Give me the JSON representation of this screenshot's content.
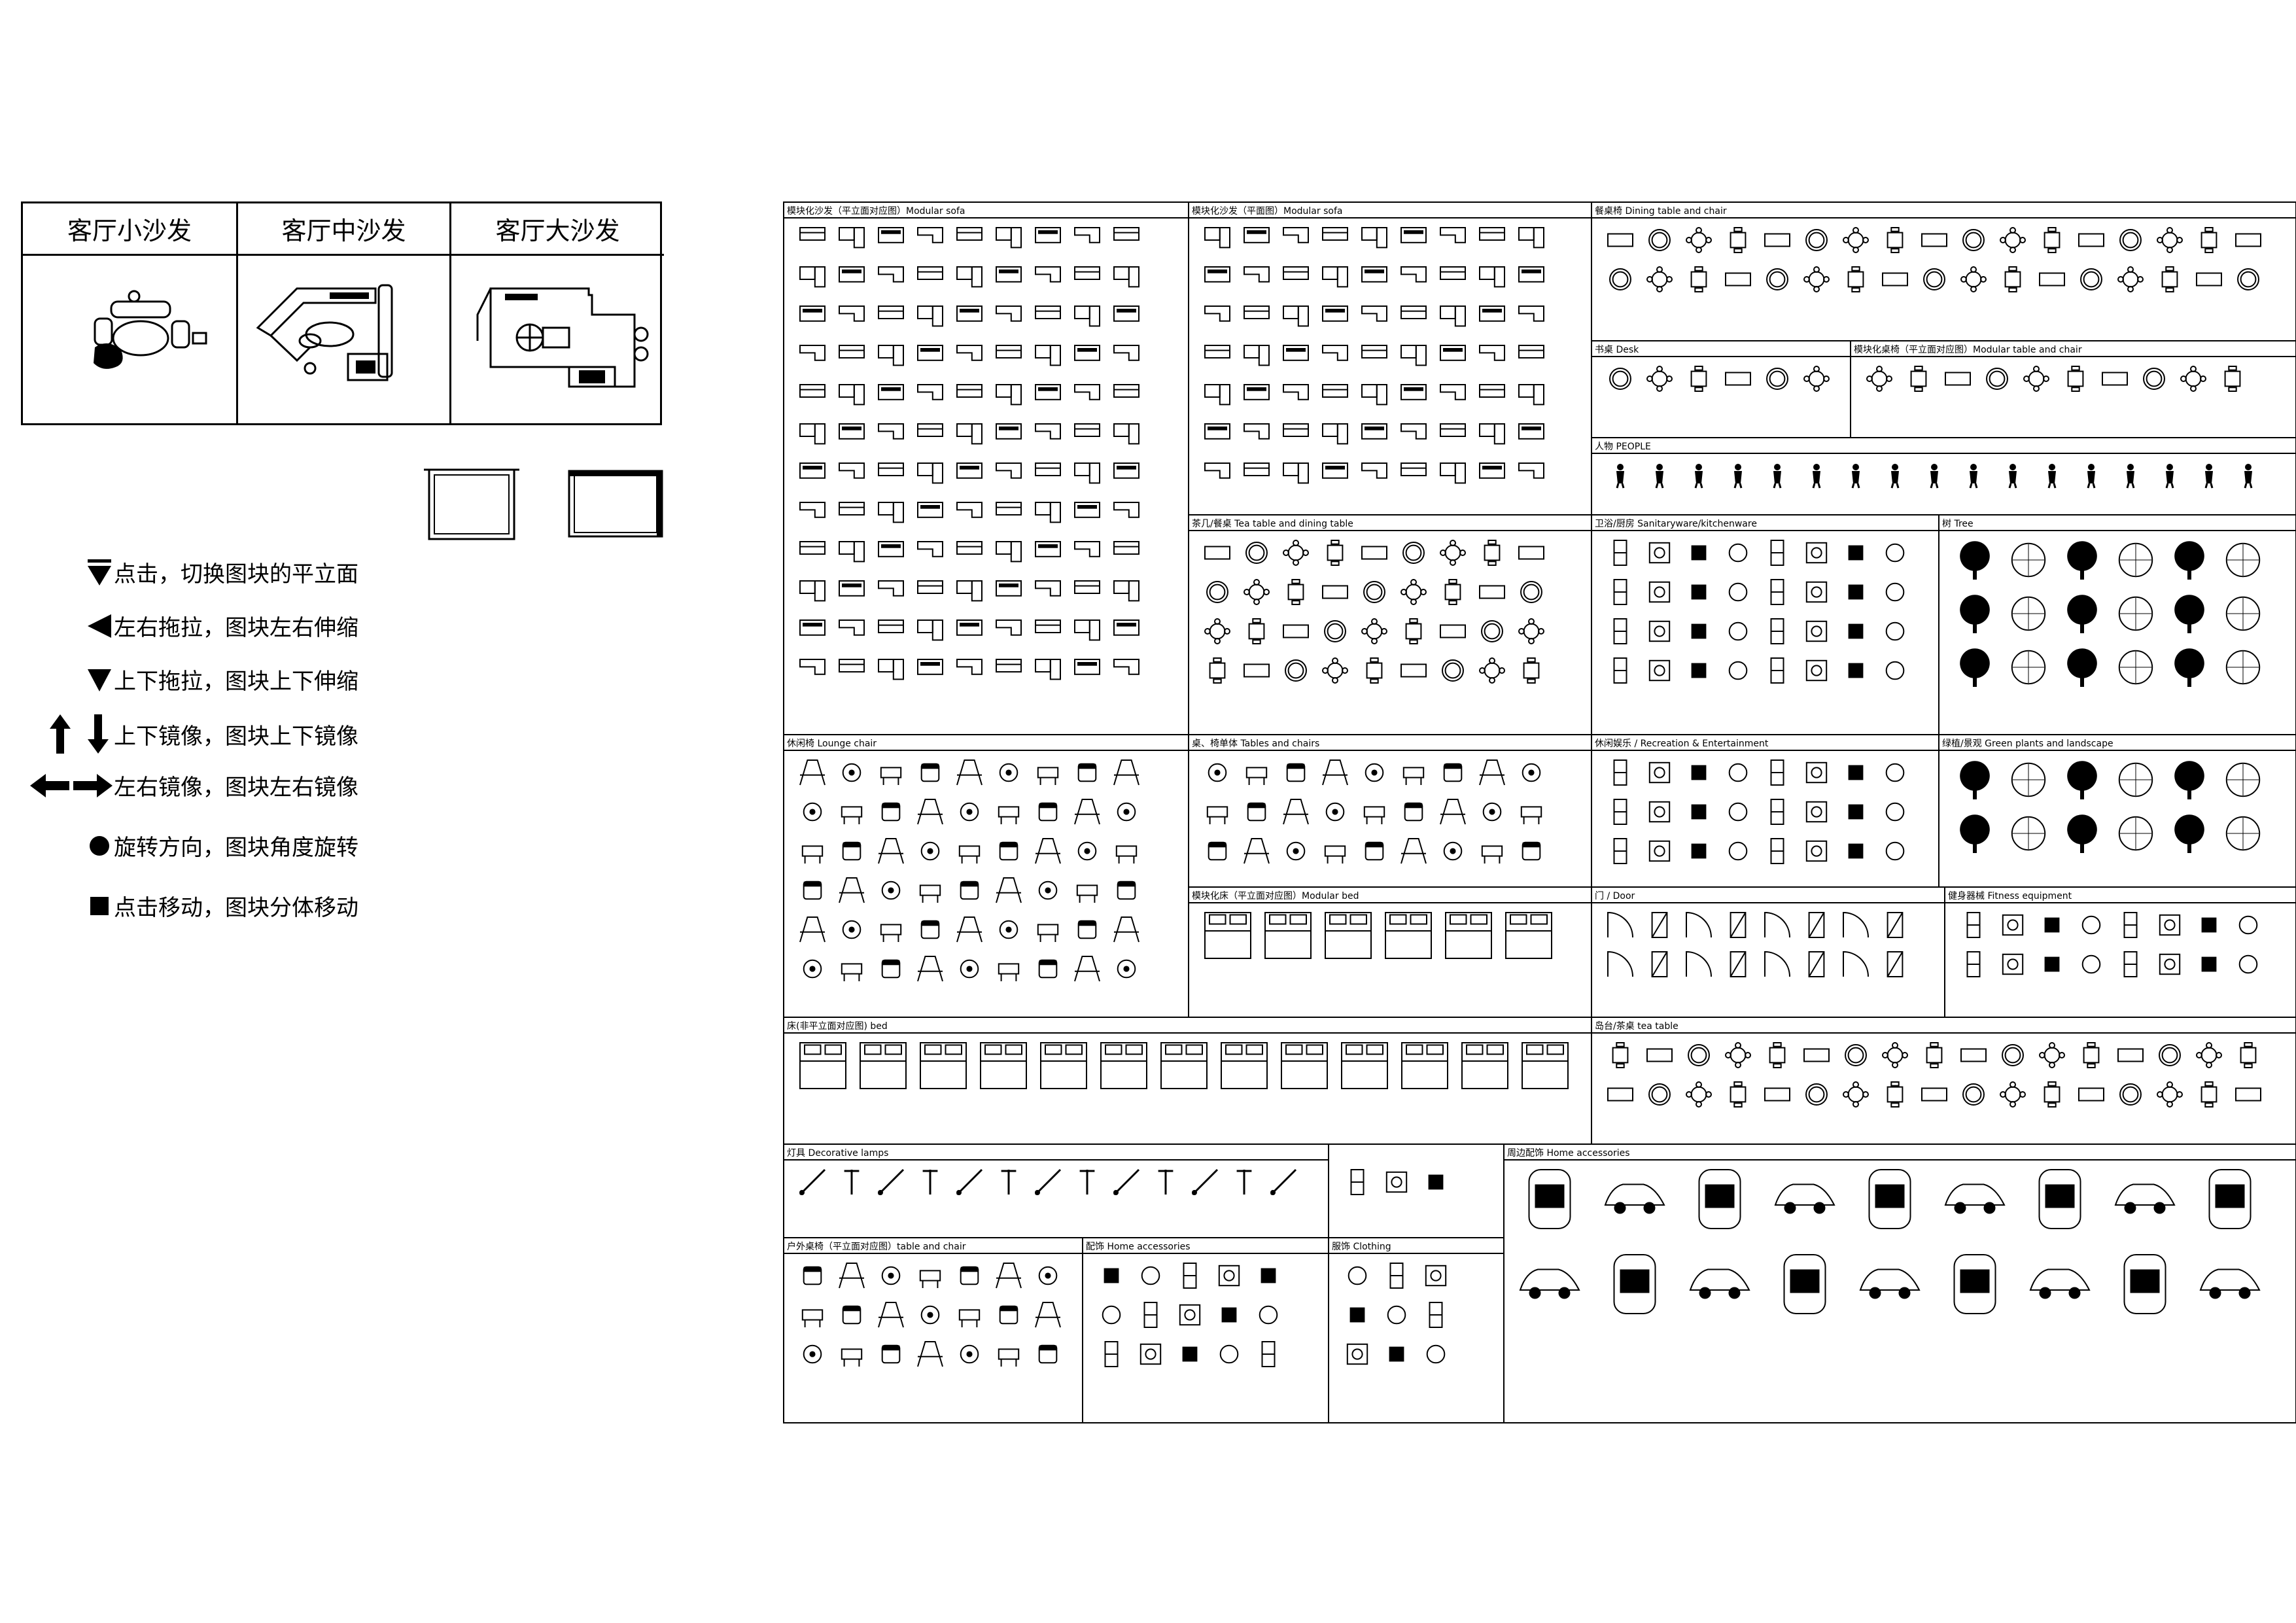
{
  "sofa_table": {
    "columns": [
      {
        "label": "客厅小沙发"
      },
      {
        "label": "客厅中沙发"
      },
      {
        "label": "客厅大沙发"
      }
    ]
  },
  "legend": [
    {
      "icon": "triangle-down-bar-icon",
      "text": "点击，切换图块的平立面"
    },
    {
      "icon": "triangle-left-icon",
      "text": "左右拖拉，图块左右伸缩"
    },
    {
      "icon": "triangle-down-icon",
      "text": "上下拖拉，图块上下伸缩"
    },
    {
      "icon": "arrows-up-down-icon",
      "text": "上下镜像，图块上下镜像"
    },
    {
      "icon": "arrows-left-right-icon",
      "text": "左右镜像，图块左右镜像"
    },
    {
      "icon": "circle-icon",
      "text": "旋转方向，图块角度旋转"
    },
    {
      "icon": "square-icon",
      "text": "点击移动，图块分体移动"
    }
  ],
  "catalog": {
    "cells": [
      {
        "id": "modular-sofa-elev",
        "title": "模块化沙发（平立面对应图）Modular sofa"
      },
      {
        "id": "modular-sofa-plan",
        "title": "模块化沙发（平面图）Modular sofa"
      },
      {
        "id": "dining",
        "title": "餐桌椅 Dining table and chair"
      },
      {
        "id": "desk",
        "title": "书桌 Desk"
      },
      {
        "id": "modular-table",
        "title": "模块化桌椅（平立面对应图）Modular table and chair"
      },
      {
        "id": "people",
        "title": "人物 PEOPLE"
      },
      {
        "id": "tea-dining",
        "title": "茶几/餐桌 Tea table and dining table"
      },
      {
        "id": "sanitary",
        "title": "卫浴/厨房 Sanitaryware/kitchenware"
      },
      {
        "id": "tree",
        "title": "树 Tree"
      },
      {
        "id": "lounge",
        "title": "休闲椅 Lounge chair"
      },
      {
        "id": "tables-chairs",
        "title": "桌、椅单体 Tables and chairs"
      },
      {
        "id": "recreation",
        "title": "休闲娱乐 / Recreation & Entertainment"
      },
      {
        "id": "green",
        "title": "绿植/景观 Green plants and landscape"
      },
      {
        "id": "modular-bed",
        "title": "模块化床（平立面对应图）Modular bed"
      },
      {
        "id": "door",
        "title": "门 / Door"
      },
      {
        "id": "fitness",
        "title": "健身器械 Fitness equipment"
      },
      {
        "id": "bed",
        "title": "床(非平立面对应图) bed"
      },
      {
        "id": "tea-table",
        "title": "岛台/茶桌 tea table"
      },
      {
        "id": "lamps",
        "title": "灯具 Decorative lamps"
      },
      {
        "id": "home-acc-1",
        "title": "周边配饰 Home accessories"
      },
      {
        "id": "outdoor",
        "title": "户外桌椅（平立面对应图）table and chair"
      },
      {
        "id": "home-acc-2",
        "title": "配饰 Home accessories"
      },
      {
        "id": "clothing",
        "title": "服饰 Clothing"
      },
      {
        "id": "lamp-extra",
        "title": ""
      }
    ]
  }
}
